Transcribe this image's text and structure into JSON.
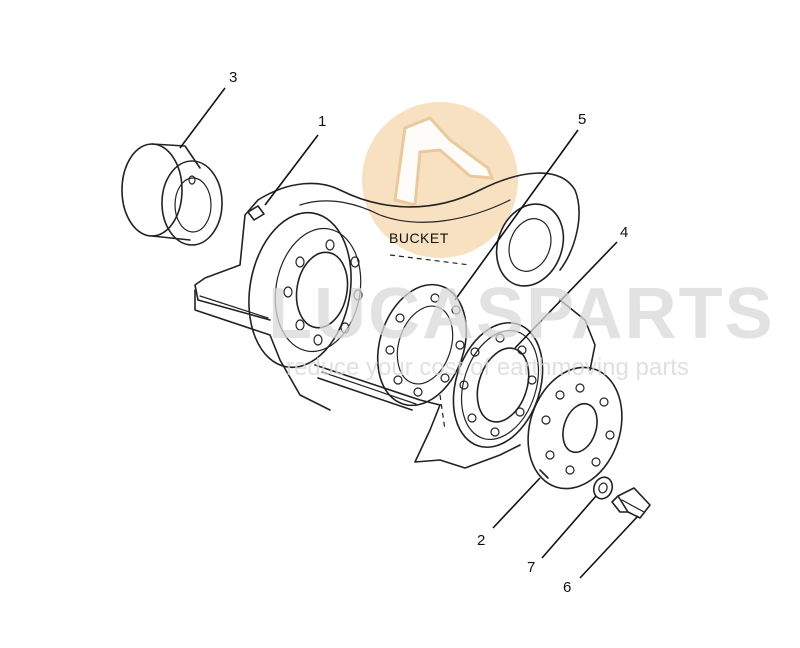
{
  "diagram": {
    "assembly_label": "BUCKET",
    "callouts": [
      "1",
      "2",
      "3",
      "4",
      "5",
      "6",
      "7"
    ],
    "watermark": {
      "brand": "LUCASPARTS",
      "tagline": "reduce your cost of earthmoving parts",
      "emblem_color": "#f6dcb6"
    },
    "line_color": "#222222"
  }
}
